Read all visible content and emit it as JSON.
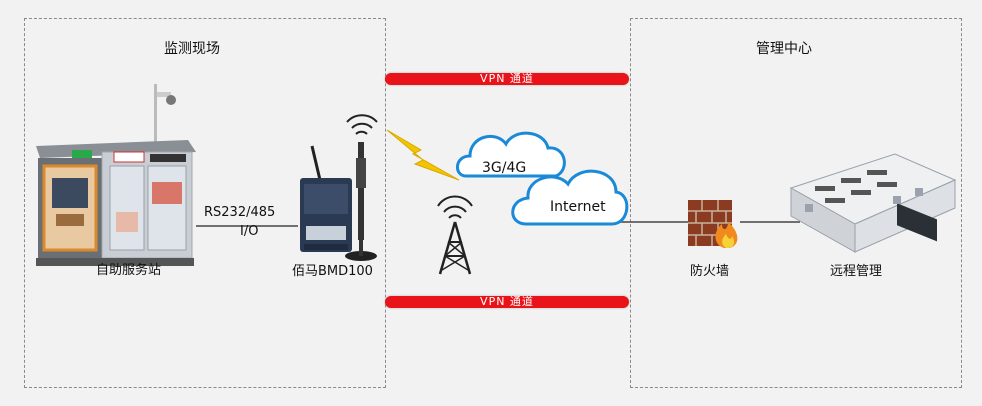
{
  "zones": {
    "left_title": "监测现场",
    "right_title": "管理中心"
  },
  "vpn": {
    "top_label": "VPN  通道",
    "bottom_label": "VPN  通道"
  },
  "devices": {
    "kiosk_label": "自助服务站",
    "link_label_line1": "RS232/485",
    "link_label_line2": "I/O",
    "router_label": "佰马BMD100",
    "firewall_label": "防火墙",
    "remote_label": "远程管理"
  },
  "network": {
    "cloud_small_label": "3G/4G",
    "cloud_big_label": "Internet"
  },
  "colors": {
    "vpn_red": "#e8141a",
    "cloud_fill": "#ffffff",
    "cloud_stroke": "#1a8ad8",
    "lightning": "#f5c400"
  }
}
